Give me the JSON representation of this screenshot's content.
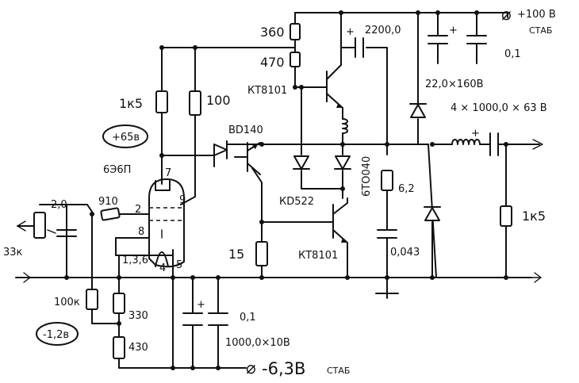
{
  "supply": {
    "plus": "+100 В",
    "plus_note": "СТАБ",
    "minus": "-6,3В",
    "minus_note": "СТАБ",
    "plus_terminal": "⌀",
    "minus_terminal": "⌀"
  },
  "tube": {
    "type": "6Э6П",
    "pin_top": "7",
    "pin_grid": "2",
    "pin_g2": "9",
    "pin_side": "8",
    "pin_cathode": "1,3,6",
    "pin_h1": "4",
    "pin_h2": "5"
  },
  "callouts": {
    "plus65": "+65в",
    "minus12": "-1,2в"
  },
  "transistors": {
    "top": "КТ8101",
    "bottom": "КТ8101",
    "driver": "ВD140"
  },
  "diodes": {
    "kd": "КD522",
    "stack": "6ТО040",
    "rect_caps": "4 × 1000,0 × 63 В"
  },
  "resistors": {
    "r360": "360",
    "r470": "470",
    "r1k5": "1к5",
    "r100": "100",
    "r910": "910",
    "r33k": "33к",
    "r100k": "100к",
    "r330": "330",
    "r430": "430",
    "r15": "15",
    "r62": "6,2",
    "r1k5out": "1к5"
  },
  "caps": {
    "c2200": "2200,0",
    "c22": "22,0×160В",
    "c01top": "0,1",
    "cin": "2,0",
    "c01bot": "0,1",
    "c1000": "1000,0×10В",
    "c0043": "0,043"
  },
  "polarity": {
    "plus": "+"
  }
}
